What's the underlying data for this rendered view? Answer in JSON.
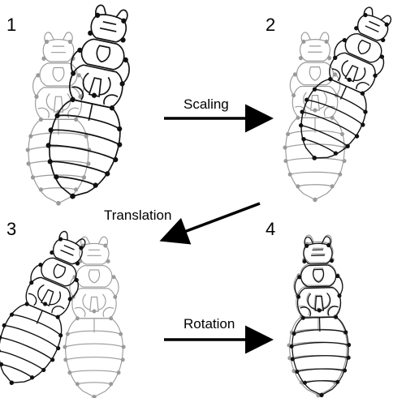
{
  "panels": [
    {
      "number": "1"
    },
    {
      "number": "2"
    },
    {
      "number": "3"
    },
    {
      "number": "4"
    }
  ],
  "steps": {
    "scaling": "Scaling",
    "translation": "Translation",
    "rotation": "Rotation"
  },
  "colors": {
    "dark": "#111111",
    "light": "#9a9a9a",
    "background": "#ffffff"
  }
}
